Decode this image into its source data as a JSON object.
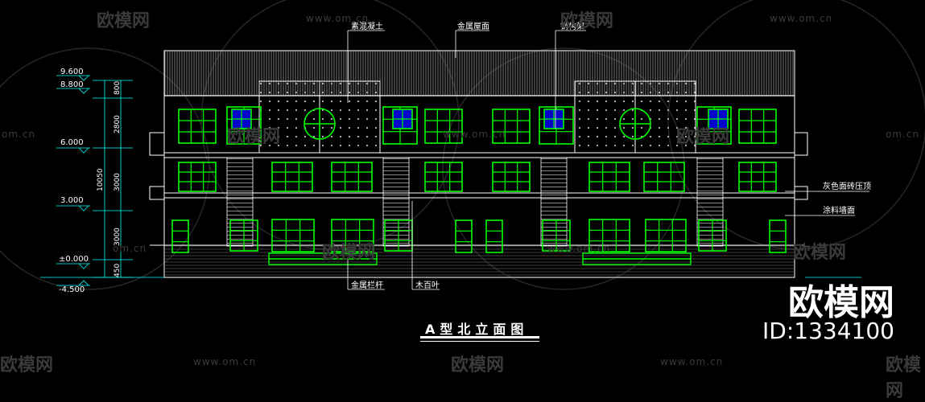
{
  "drawing": {
    "title": "A型北立面图",
    "labels": {
      "concrete": "素混凝土",
      "metal_roof": "金属屋面",
      "steel_frame": "钢构架",
      "grey_brick": "灰色面砖压顶",
      "paint_wall": "涂料墙面",
      "metal_rail": "金属栏杆",
      "wood_louver": "木百叶"
    },
    "elevations": [
      "9.600",
      "8.800",
      "6.000",
      "3.000",
      "±0.000",
      "-4.500"
    ],
    "dimensions": [
      "800",
      "2800",
      "3000",
      "3000",
      "10050",
      "450"
    ]
  },
  "watermark": {
    "logo_text": "欧模网",
    "url_text": "www.om.cn",
    "url_partial": "om.cn",
    "id_text": "ID:1334100"
  },
  "colors": {
    "background": "#000000",
    "outline": "#ffffff",
    "windows": "#00ff00",
    "glass": "#0000cc",
    "dimension": "#00ffff",
    "label": "#ffff00"
  }
}
